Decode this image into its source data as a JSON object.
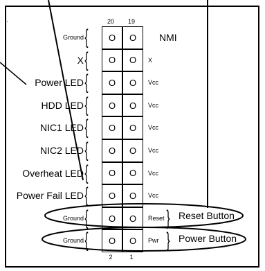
{
  "header": {
    "dot": "·",
    "pin_top_left": "20",
    "pin_top_right": "19",
    "pin_bottom_left": "2",
    "pin_bottom_right": "1"
  },
  "rows": [
    {
      "left": "Ground",
      "left_small": true,
      "right": "NMI",
      "right_big": true
    },
    {
      "left": "X",
      "left_small": false,
      "right": "X",
      "right_big": false
    },
    {
      "left": "Power LED",
      "left_small": false,
      "right": "Vcc",
      "right_big": false
    },
    {
      "left": "HDD LED",
      "left_small": false,
      "right": "Vcc",
      "right_big": false
    },
    {
      "left": "NIC1 LED",
      "left_small": false,
      "right": "Vcc",
      "right_big": false
    },
    {
      "left": "NIC2 LED",
      "left_small": false,
      "right": "Vcc",
      "right_big": false
    },
    {
      "left": "Overheat LED",
      "left_small": false,
      "right": "Vcc",
      "right_big": false
    },
    {
      "left": "Power Fail LED",
      "left_small": false,
      "right": "Vcc",
      "right_big": false
    },
    {
      "left": "Ground",
      "left_small": true,
      "right": "Reset",
      "right_big": false
    },
    {
      "left": "Ground",
      "left_small": true,
      "right": "Pwr",
      "right_big": false
    }
  ],
  "pin_symbol": "O",
  "buttons": {
    "reset": "Reset Button",
    "power": "Power Button"
  },
  "colors": {
    "line": "#000000",
    "background": "#ffffff"
  }
}
